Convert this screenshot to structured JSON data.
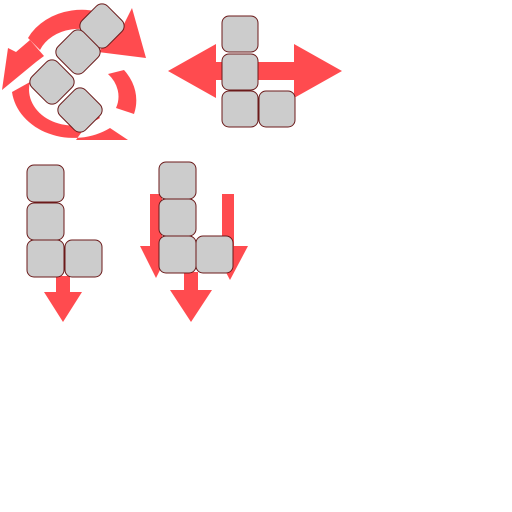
{
  "colors": {
    "arrow": "#ff4b4f",
    "block_fill": "#cccccc",
    "block_outline": "#6b1a1a",
    "background": "#ffffff"
  },
  "icons": [
    {
      "id": "rotate",
      "action": "rotate",
      "blocks": 4,
      "arrow_icon": "rotate-arrows-icon"
    },
    {
      "id": "move-horizontal",
      "action": "move-left-right",
      "blocks": 4,
      "arrow_icon": "left-right-arrow-icon"
    },
    {
      "id": "soft-drop",
      "action": "drop",
      "blocks": 4,
      "arrow_icon": "down-arrow-icon"
    },
    {
      "id": "hard-drop",
      "action": "hard-drop",
      "blocks": 4,
      "arrow_icon": "triple-down-arrow-icon"
    }
  ]
}
